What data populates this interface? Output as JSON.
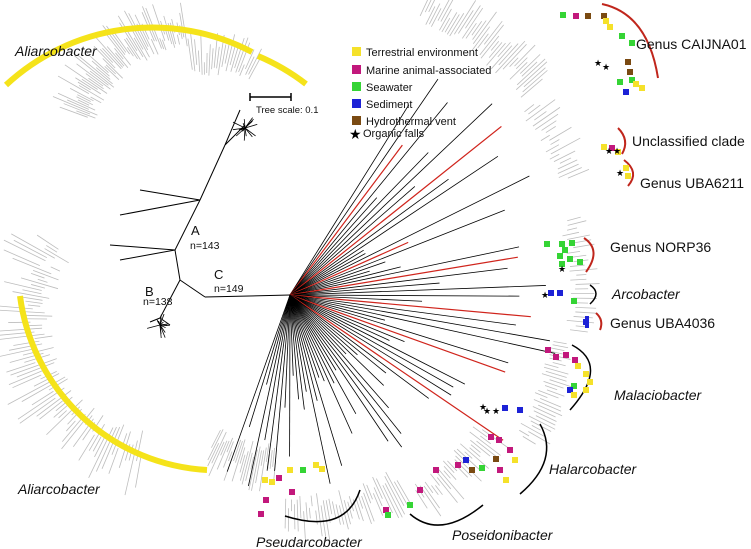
{
  "legend": {
    "items": [
      {
        "label": "Terrestrial environment",
        "color": "#f5e12a",
        "shape": "square"
      },
      {
        "label": "Marine animal-associated",
        "color": "#c2187c",
        "shape": "square"
      },
      {
        "label": "Seawater",
        "color": "#35d435",
        "shape": "square"
      },
      {
        "label": "Sediment",
        "color": "#1d22d6",
        "shape": "square"
      },
      {
        "label": "Hydrothermal vent",
        "color": "#7a4a12",
        "shape": "square"
      },
      {
        "label": "Organic falls",
        "color": "#000000",
        "shape": "star"
      }
    ]
  },
  "scale": {
    "label": "Tree scale: 0.1"
  },
  "clades": {
    "a": {
      "letter": "A",
      "count": "n=143"
    },
    "b": {
      "letter": "B",
      "count": "n=138"
    },
    "c": {
      "letter": "C",
      "count": "n=149"
    }
  },
  "genus_labels": {
    "aliarcobacter_top": "Aliarcobacter",
    "aliarcobacter_bottom": "Aliarcobacter",
    "caijna01": "Genus CAIJNA01",
    "unclassified": "Unclassified clade",
    "uba6211": "Genus UBA6211",
    "norp36": "Genus NORP36",
    "arcobacter": "Arcobacter",
    "uba4036": "Genus UBA4036",
    "malaciobacter": "Malaciobacter",
    "halarcobacter": "Halarcobacter",
    "poseidonibacter": "Poseidonibacter",
    "pseudarcobacter": "Pseudarcobacter"
  },
  "colors": {
    "aliarcobacter_arc": "#f5e31a",
    "highlight_arc": "#c0261c",
    "bracket": "#000000",
    "branch": "#000000",
    "branch_highlight": "#d0241c",
    "tip_label": "#bdbdbd"
  }
}
